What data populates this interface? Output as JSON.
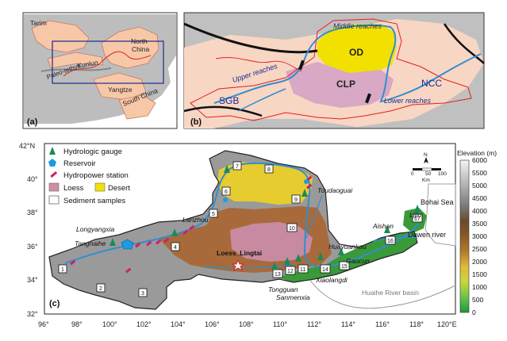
{
  "panel_a": {
    "label": "(a)",
    "regions": {
      "tarim": "Tarim",
      "north_china": "North\nChina",
      "kunlun": "Kunlun",
      "paleo_tethys": "Paleo-tethys",
      "yangtze": "Yangtze",
      "south_china": "South China"
    }
  },
  "panel_b": {
    "label": "(b)",
    "regions": {
      "middle_reaches": "Middle reaches",
      "od": "OD",
      "upper_reaches": "Upper reaches",
      "clp": "CLP",
      "ncc": "NCC",
      "sgb": "SGB",
      "lower_reaches": "Lower reaches"
    }
  },
  "panel_c": {
    "label": "(c)",
    "legend": {
      "gauge": "Hydrologic gauge",
      "reservoir": "Reservoir",
      "hydropower": "Hydropower station",
      "loess": "Loess",
      "desert": "Desert",
      "sediment": "Sediment samples"
    },
    "places": {
      "toudaoguai": "Toudaoguai",
      "lanzhou": "Lanzhou",
      "longyangxia": "Longyangxia",
      "tangnaihe": "Tangnaihe",
      "loess_lingtai": "Loess_Lingtai",
      "huayuankou": "Huayuankou",
      "aishan": "Aishan",
      "lijin": "Lijin",
      "bohai_sea": "Bohai Sea",
      "dawen_river": "Dawen river",
      "gaocun": "Gaocun",
      "xiaolangdi": "Xiaolangdi",
      "tongguan": "Tongguan",
      "sanmenxia": "Sanmenxia",
      "huaihe": "Huaihe River basin"
    },
    "scale": {
      "ticks": [
        "0",
        "50",
        "100"
      ],
      "unit": "Km",
      "north": "N"
    },
    "lat_ticks": [
      "42°N",
      "40°",
      "38°",
      "36°",
      "34°",
      "32°"
    ],
    "lon_ticks": [
      "96°",
      "98°",
      "100°",
      "102°",
      "104°",
      "106°",
      "108°",
      "110°",
      "112°",
      "114°",
      "116°",
      "118°",
      "120°E"
    ],
    "elevation": {
      "title": "Elevation (m)",
      "ticks": [
        "6000",
        "5500",
        "5000",
        "4500",
        "4000",
        "3500",
        "3000",
        "2500",
        "2000",
        "1500",
        "1000",
        "500",
        "0"
      ]
    },
    "station_numbers": [
      "1",
      "2",
      "3",
      "4",
      "5",
      "6",
      "7",
      "8",
      "9",
      "10",
      "11",
      "12",
      "13",
      "14",
      "15",
      "16",
      "17"
    ]
  },
  "colors": {
    "loess": "#cf8ea8",
    "desert": "#f2e100",
    "river": "#2f8fd0",
    "basin_outline": "#e0201c",
    "gauge": "#1a8a5a",
    "reservoir": "#1e9be0",
    "hydropower": "#d0206a"
  }
}
